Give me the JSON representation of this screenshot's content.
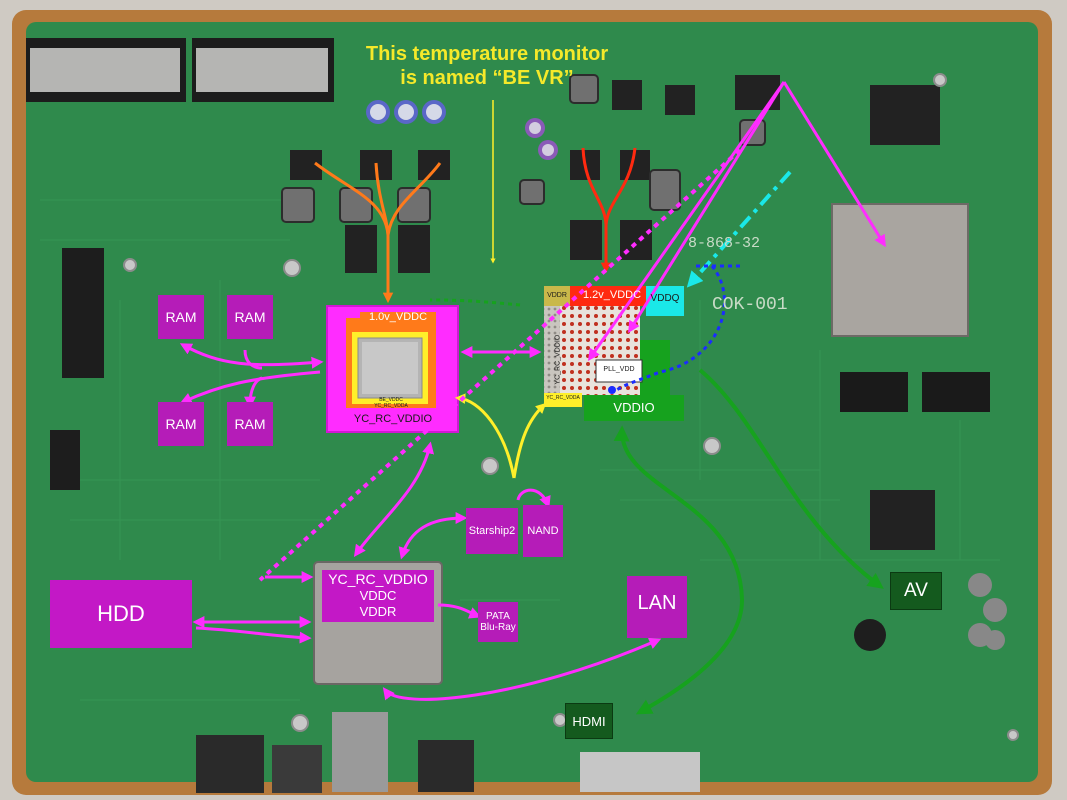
{
  "annotation": {
    "line1": "This temperature monitor",
    "line2": "is named “BE VR”"
  },
  "components": {
    "ram": [
      "RAM",
      "RAM",
      "RAM",
      "RAM"
    ],
    "cell_rail_vddc": "1.0v_VDDC",
    "cell_rail_io": "YC_RC_VDDIO",
    "cell_small_1": "BE_VDDC",
    "cell_small_2": "YC_RC_VDDA",
    "rsx_vddr": "VDDR",
    "rsx_vddc": "1.2v_VDDC",
    "rsx_vddq": "VDDQ",
    "rsx_side": "YC_RC_VDDIO",
    "rsx_pll": "PLL_VDD",
    "rsx_vdda": "YC_RC_VDDA",
    "rsx_vddio": "VDDIO",
    "southbridge": [
      "YC_RC_VDDIO",
      "VDDC",
      "VDDR"
    ],
    "starship": "Starship2",
    "nand": "NAND",
    "pata": [
      "PATA",
      "Blu-Ray"
    ],
    "hdd": "HDD",
    "lan": "LAN",
    "hdmi": "HDMI",
    "av": "AV",
    "pcb_marking": "8-868-32",
    "pcb_code": "COK-001"
  },
  "colors": {
    "pcb": "#2f8a4c",
    "magenta": "#ff2cff",
    "purple_box": "#b51cb8",
    "orange": "#ff7a1a",
    "red": "#ff2a10",
    "yellow": "#ffef2a",
    "cyan": "#1ae8e8",
    "green": "#16a21e",
    "blue": "#1a2cff",
    "annotation": "#f5e92a"
  }
}
